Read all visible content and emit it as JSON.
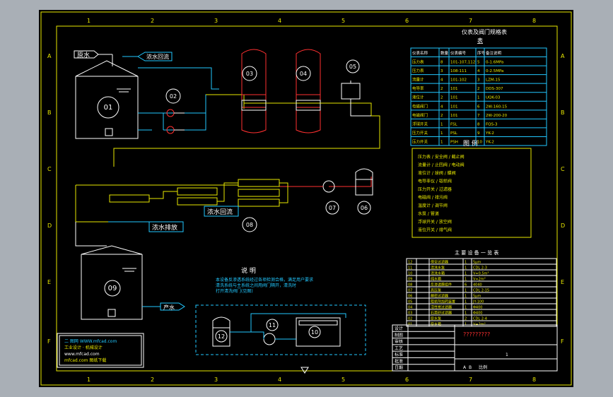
{
  "drawing": {
    "border_columns": [
      "1",
      "2",
      "3",
      "4",
      "5",
      "6",
      "7",
      "8"
    ],
    "border_rows": [
      "A",
      "B",
      "C",
      "D",
      "E",
      "F"
    ],
    "equipment_tags": [
      "01",
      "02",
      "03",
      "04",
      "05",
      "06",
      "07",
      "08",
      "09",
      "10",
      "11",
      "12"
    ],
    "flow_labels": {
      "raw_water": "原水",
      "concentrate_return": "浓水回流",
      "reject_water": "浓水排放",
      "concentrate_outlet": "浓水回流",
      "product_outlet": "产水"
    },
    "notes_title": "说 明",
    "notes_lines": [
      "本设备反渗透系统经过各项检测合格，满足用户要求",
      "清洗系统与主系统之间用阀门隔开，清洗时",
      "打开清洗阀门(见图)"
    ],
    "instrument_table": {
      "title": "仪表及阀门规格表",
      "subtitle": "表",
      "headers": [
        "仪表名称",
        "数量",
        "仪表编号",
        "序号",
        "备注说明"
      ],
      "rows": [
        [
          "压力表",
          "8",
          "101-107,112",
          "5",
          "0-1.6MPa"
        ],
        [
          "压力表",
          "3",
          "108-111",
          "4",
          "0-2.5MPa"
        ],
        [
          "流量计",
          "4",
          "101-102",
          "3",
          "LZM-15"
        ],
        [
          "电导率",
          "2",
          "101",
          "2",
          "DDS-307"
        ],
        [
          "液位计",
          "2",
          "101",
          "1",
          "UQK-03"
        ],
        [
          "电磁阀门",
          "4",
          "101",
          "6",
          "2W-160-15"
        ],
        [
          "电磁阀门",
          "2",
          "101",
          "7",
          "2W-200-20"
        ],
        [
          "浮球开关",
          "1",
          "FSL",
          "8",
          "FQS-3"
        ],
        [
          "压力开关",
          "1",
          "PSL",
          "9",
          "YK-2"
        ],
        [
          "压力开关",
          "1",
          "PSH",
          "10",
          "YK-2"
        ]
      ]
    },
    "legend": {
      "title": "图 例",
      "items": [
        "压力表 / 安全阀 / 截止阀",
        "流量计 / 止回阀 / 电动阀",
        "液位计 / 球阀 / 蝶阀",
        "电导率仪 / 取样阀",
        "压力开关 / 过滤器",
        "电磁阀 / 排污阀",
        "温度计 / 调节阀",
        "水泵 / 管道",
        "浮球开关 / 放空阀",
        "液位开关 / 排气阀"
      ]
    },
    "equipment_list": {
      "title": "主 要 设 备 一 览 表",
      "rows": [
        [
          "12",
          "保安过滤器",
          "1",
          "5μm"
        ],
        [
          "11",
          "清洗水泵",
          "1",
          "CDL 2-3"
        ],
        [
          "10",
          "清洗水箱",
          "1",
          "V=0.5m³"
        ],
        [
          "09",
          "纯水箱",
          "1",
          "V=2m³"
        ],
        [
          "08",
          "反渗透膜组件",
          "6",
          "4040"
        ],
        [
          "07",
          "高压泵",
          "1",
          "CDL 2-15"
        ],
        [
          "06",
          "精密过滤器",
          "1",
          "5μm"
        ],
        [
          "05",
          "阻垢剂加药装置",
          "1",
          "JY-100"
        ],
        [
          "04",
          "活性炭过滤器",
          "1",
          "Φ400"
        ],
        [
          "03",
          "石英砂过滤器",
          "1",
          "Φ400"
        ],
        [
          "02",
          "原水泵",
          "2",
          "CDL 2-4"
        ],
        [
          "01",
          "原水箱",
          "1",
          "V=2m³"
        ]
      ]
    },
    "title_block": {
      "company": "?????????",
      "cells": [
        "设计",
        "制图",
        "审核",
        "工艺",
        "标准",
        "批准",
        "日期"
      ],
      "scale_label": "比例",
      "sheet_labels": [
        "A",
        "B"
      ],
      "page": "1"
    },
    "stamp_block": {
      "lines": [
        "二 图网 WWW.mfcad.com",
        "工业设计 · 机械设计",
        "www.mfcad.com",
        "mfcad.com 图纸下载"
      ]
    }
  }
}
